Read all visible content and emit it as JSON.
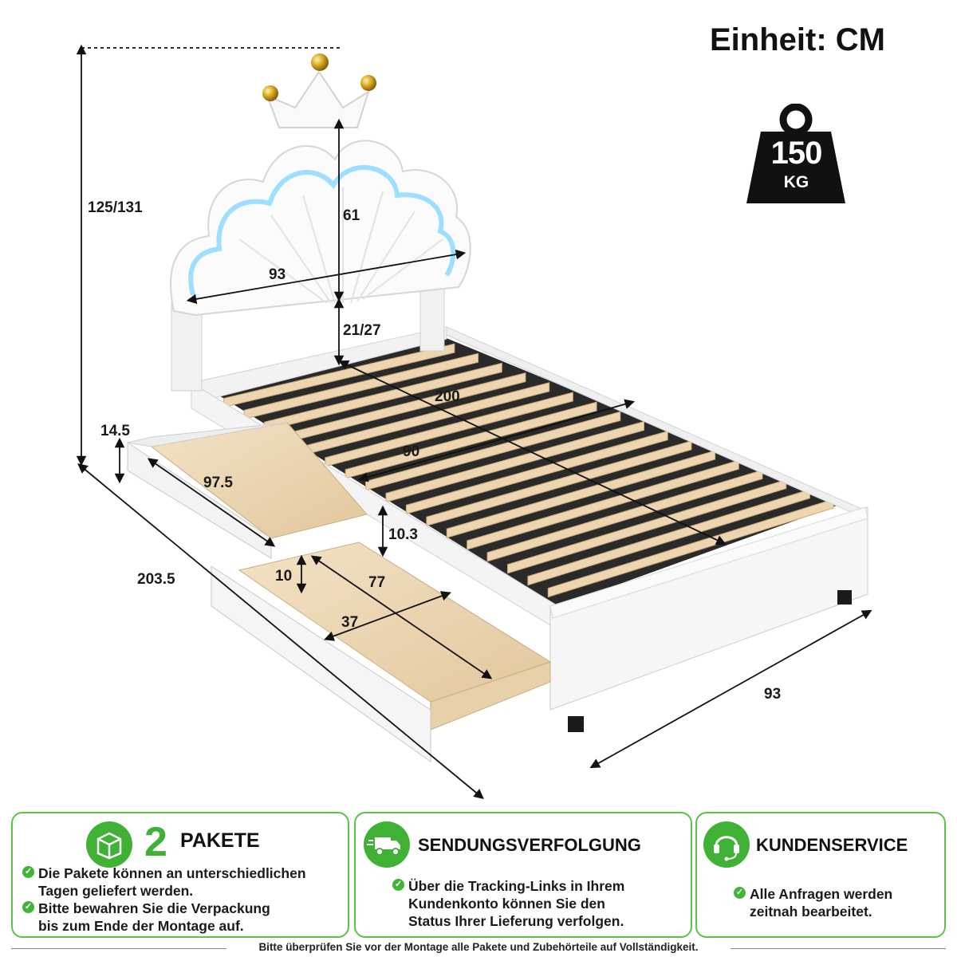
{
  "unit_label": "Einheit: CM",
  "weight": {
    "value": "150",
    "unit": "KG"
  },
  "dimensions": {
    "total_height": "125/131",
    "headboard_width": "93",
    "headboard_height": "61",
    "headboard_gap": "21/27",
    "bed_length": "200",
    "mattress_width": "90",
    "drawer_height": "14.5",
    "drawer_length": "97.5",
    "frame_clearance": "10.3",
    "drawer_inner_height": "10",
    "drawer_inner_length": "77",
    "drawer_inner_width": "37",
    "total_length": "203.5",
    "total_width": "93"
  },
  "info": {
    "packages": {
      "number": "2",
      "title": "PAKETE",
      "lines": [
        "Die Pakete können an unterschiedlichen",
        "Tagen geliefert werden.",
        "Bitte bewahren Sie die Verpackung",
        "bis zum Ende der Montage auf."
      ]
    },
    "tracking": {
      "title": "SENDUNGSVERFOLGUNG",
      "lines": [
        "Über die Tracking-Links in Ihrem",
        "Kundenkonto können Sie den",
        "Status Ihrer Lieferung verfolgen."
      ]
    },
    "service": {
      "title": "KUNDENSERVICE",
      "lines": [
        "Alle Anfragen werden",
        "zeitnah bearbeitet."
      ]
    }
  },
  "footer": "Bitte überprüfen Sie vor der Montage alle Pakete und Zubehörteile auf Vollständigkeit."
}
